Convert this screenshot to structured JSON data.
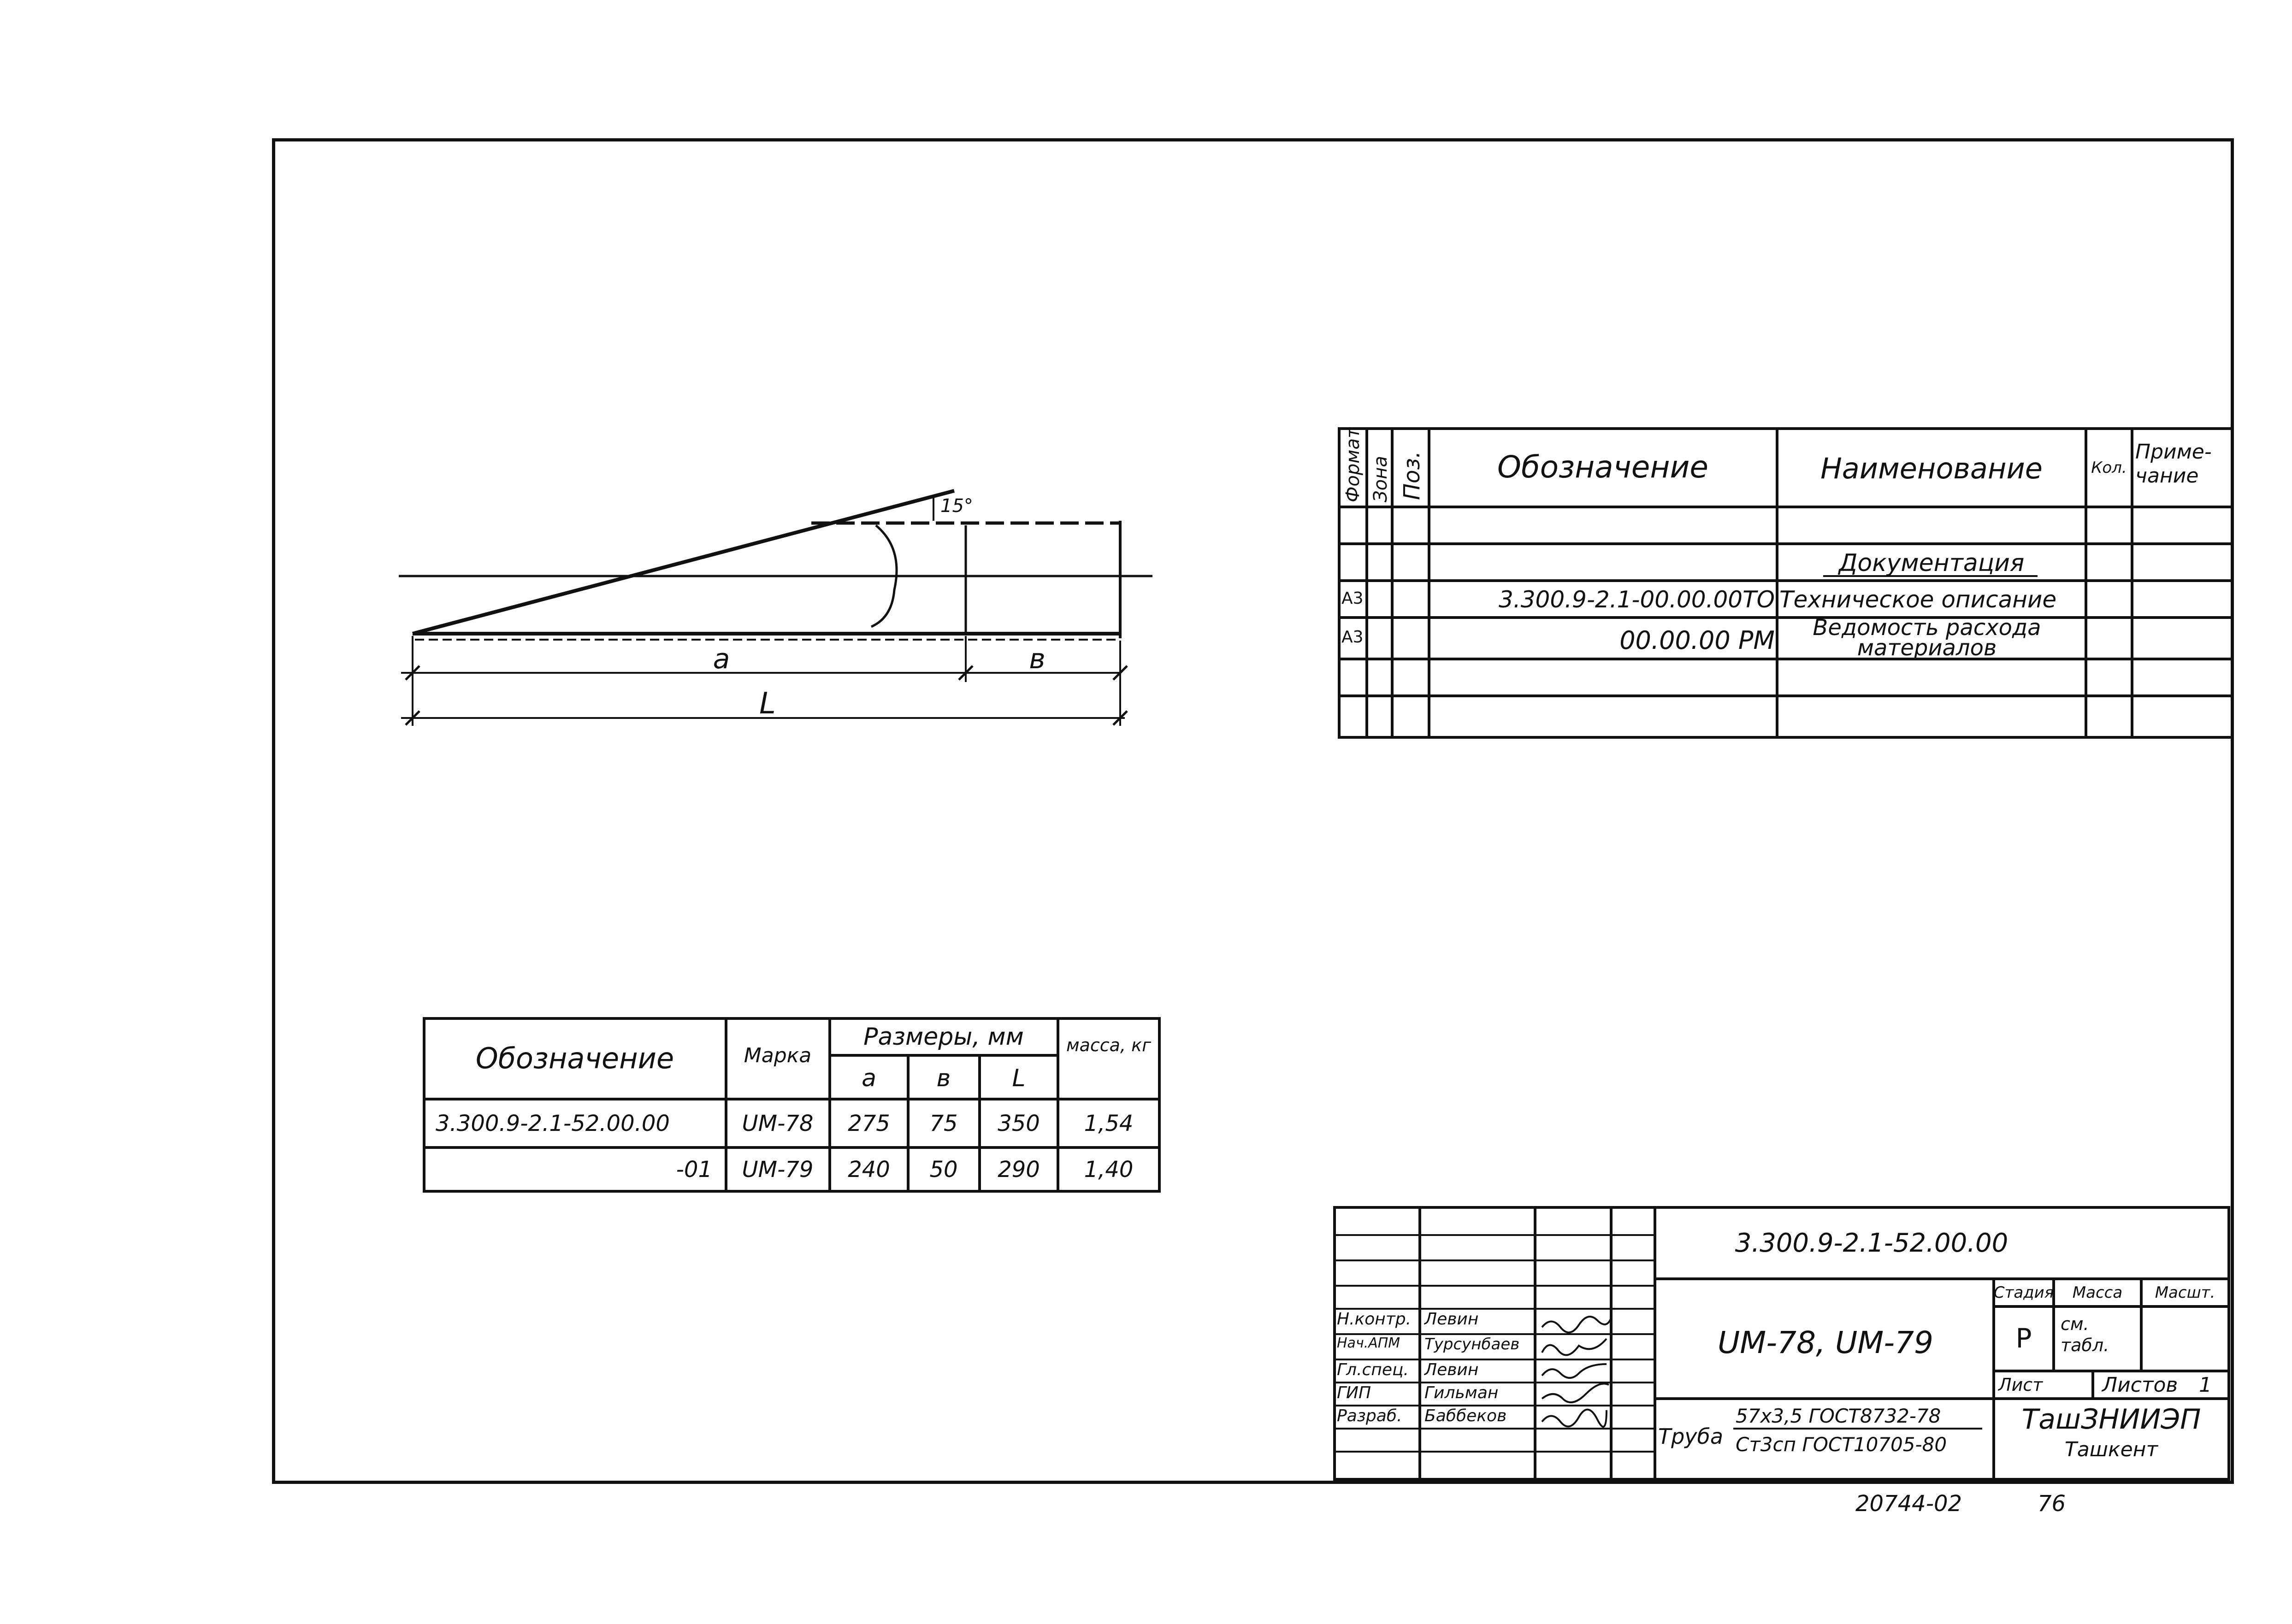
{
  "drawing": {
    "angle_label": "15°",
    "dim_a": "a",
    "dim_b": "в",
    "dim_L": "L"
  },
  "spec_table": {
    "headers": {
      "format": "Формат",
      "zone": "Зона",
      "pos": "Поз.",
      "designation": "Обозначение",
      "name": "Наименование",
      "qty": "Кол.",
      "note": "Приме-\nчание"
    },
    "section_title": "Документация",
    "rows": [
      {
        "format": "А3",
        "designation": "3.300.9-2.1-00.00.00ТО",
        "name": "Техническое описание"
      },
      {
        "format": "А3",
        "designation": "00.00.00 РМ",
        "name": "Ведомость расхода материалов"
      }
    ]
  },
  "sizes_table": {
    "headers": {
      "designation": "Обозначение",
      "mark": "Марка",
      "sizes": "Размеры, мм",
      "a": "a",
      "b": "в",
      "L": "L",
      "mass": "масса, кг"
    },
    "rows": [
      {
        "designation": "3.300.9-2.1-52.00.00",
        "mark": "UM-78",
        "a": "275",
        "b": "75",
        "L": "350",
        "mass": "1,54"
      },
      {
        "designation": "-01",
        "mark": "UM-79",
        "a": "240",
        "b": "50",
        "L": "290",
        "mass": "1,40"
      }
    ]
  },
  "title_block": {
    "doc_code": "3.300.9-2.1-52.00.00",
    "product": "UM-78, UM-79",
    "roles": [
      {
        "role": "Н.контр.",
        "name": "Левин"
      },
      {
        "role": "Нач.АПМ",
        "name": "Турсунбаев"
      },
      {
        "role": "Гл.спец.",
        "name": "Левин"
      },
      {
        "role": "ГИП",
        "name": "Гильман"
      },
      {
        "role": "Разраб.",
        "name": "Баббеков"
      }
    ],
    "stage_label": "Стадия",
    "mass_label": "Масса",
    "scale_label": "Масшт.",
    "stage_value": "Р",
    "mass_value": "см. табл.",
    "sheet_label": "Лист",
    "sheets_label": "Листов",
    "sheets_value": "1",
    "material_prefix": "Труба",
    "material_top": "57x3,5 ГОСТ8732-78",
    "material_bottom": "Ст3сп ГОСТ10705-80",
    "org_line1": "ТашЗНИИЭП",
    "org_line2": "Ташкент"
  },
  "footer": {
    "archive_no": "20744-02",
    "page_no": "76"
  }
}
